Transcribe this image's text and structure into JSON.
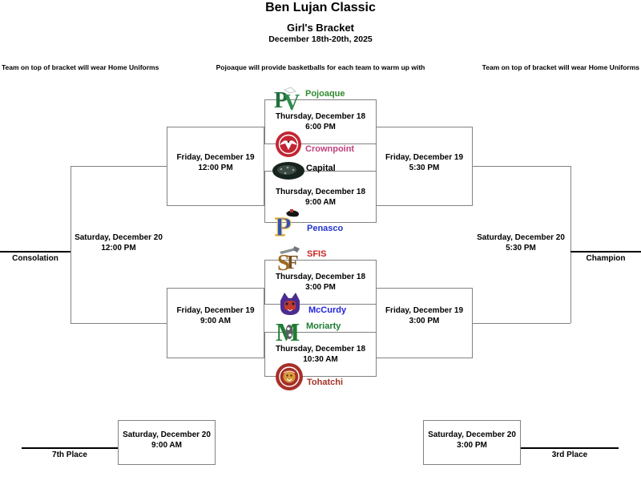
{
  "header": {
    "title": "Ben Lujan Classic",
    "subtitle": "Girl's Bracket",
    "date_range": "December 18th-20th, 2025"
  },
  "notes": {
    "left": "Team on top of bracket will wear Home Uniforms",
    "center": "Pojoaque will provide basketballs for each team to warm up with",
    "right": "Team on top of bracket will wear Home Uniforms"
  },
  "teams": [
    {
      "name": "Pojoaque",
      "color": "#2E8B2E",
      "logo_icon": "pv-monogram-icon"
    },
    {
      "name": "Crownpoint",
      "color": "#C0407C",
      "logo_icon": "eagle-circle-icon"
    },
    {
      "name": "Capital",
      "color": "#000000",
      "logo_icon": "jaguar-oval-icon"
    },
    {
      "name": "Penasco",
      "color": "#2233CC",
      "logo_icon": "panther-p-icon"
    },
    {
      "name": "SFIS",
      "color": "#CC2222",
      "logo_icon": "sf-monogram-icon"
    },
    {
      "name": "McCurdy",
      "color": "#2222E0",
      "logo_icon": "cat-head-icon"
    },
    {
      "name": "Moriarty",
      "color": "#1E7D32",
      "logo_icon": "m-pinto-icon"
    },
    {
      "name": "Tohatchi",
      "color": "#A33327",
      "logo_icon": "cougar-circle-icon"
    }
  ],
  "games": {
    "round1": [
      {
        "day": "Thursday, December 18",
        "time": "6:00 PM"
      },
      {
        "day": "Thursday, December 18",
        "time": "9:00 AM"
      },
      {
        "day": "Thursday, December 18",
        "time": "3:00 PM"
      },
      {
        "day": "Thursday, December 18",
        "time": "10:30 AM"
      }
    ],
    "consolation_semis": [
      {
        "day": "Friday, December 19",
        "time": "12:00 PM"
      },
      {
        "day": "Friday, December 19",
        "time": "9:00 AM"
      }
    ],
    "championship_semis": [
      {
        "day": "Friday, December 19",
        "time": "5:30 PM"
      },
      {
        "day": "Friday, December 19",
        "time": "3:00 PM"
      }
    ],
    "consolation_final": {
      "day": "Saturday, December 20",
      "time": "12:00 PM",
      "label": "Consolation"
    },
    "championship_final": {
      "day": "Saturday, December 20",
      "time": "5:30 PM",
      "label": "Champion"
    },
    "seventh_place": {
      "day": "Saturday, December 20",
      "time": "9:00 AM",
      "label": "7th Place"
    },
    "third_place": {
      "day": "Saturday, December 20",
      "time": "3:00 PM",
      "label": "3rd Place"
    }
  }
}
